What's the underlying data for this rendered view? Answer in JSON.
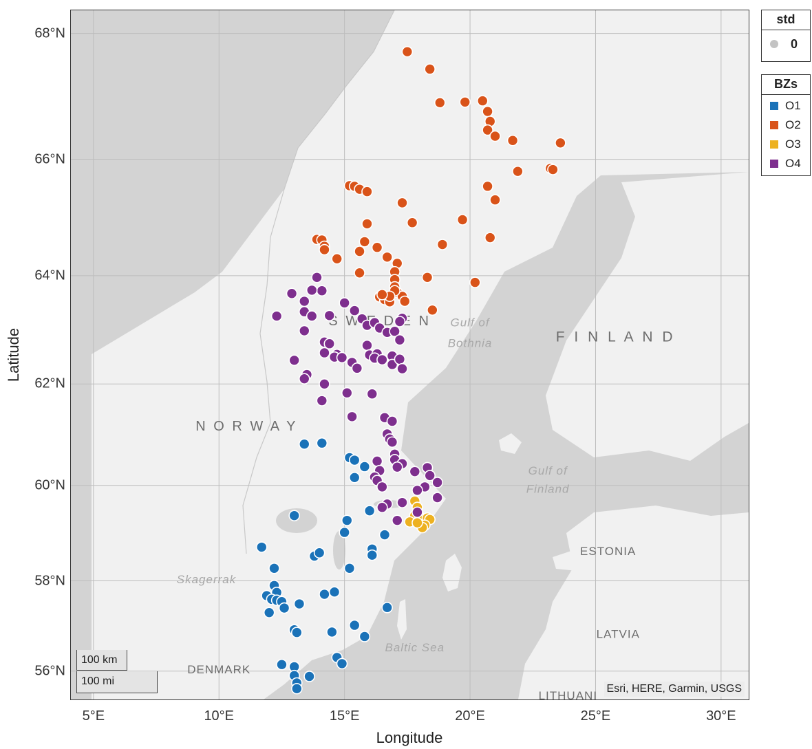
{
  "axes": {
    "xlabel": "Longitude",
    "ylabel": "Latitude",
    "lon_ticks": [
      {
        "value": 5,
        "label": "5°E"
      },
      {
        "value": 10,
        "label": "10°E"
      },
      {
        "value": 15,
        "label": "15°E"
      },
      {
        "value": 20,
        "label": "20°E"
      },
      {
        "value": 25,
        "label": "25°E"
      },
      {
        "value": 30,
        "label": "30°E"
      }
    ],
    "lat_ticks": [
      {
        "value": 56,
        "label": "56°N"
      },
      {
        "value": 58,
        "label": "58°N"
      },
      {
        "value": 60,
        "label": "60°N"
      },
      {
        "value": 62,
        "label": "62°N"
      },
      {
        "value": 64,
        "label": "64°N"
      },
      {
        "value": 66,
        "label": "66°N"
      },
      {
        "value": 68,
        "label": "68°N"
      }
    ]
  },
  "legend_std": {
    "title": "std",
    "items": [
      {
        "label": "0",
        "color": "#c3c3c3"
      }
    ]
  },
  "legend_bz": {
    "title": "BZs",
    "items": [
      {
        "label": "O1",
        "color": "#1a72b8"
      },
      {
        "label": "O2",
        "color": "#d95319"
      },
      {
        "label": "O3",
        "color": "#edb120"
      },
      {
        "label": "O4",
        "color": "#7e2f8e"
      }
    ]
  },
  "places": [
    {
      "text": "S W E D E N",
      "lon": 16.4,
      "lat": 63.1,
      "style": "country"
    },
    {
      "text": "F I N L A N D",
      "lon": 25.8,
      "lat": 62.8,
      "style": "country-big"
    },
    {
      "text": "N O R W A Y",
      "lon": 11.1,
      "lat": 61.1,
      "style": "country"
    },
    {
      "text": "ESTONIA",
      "lon": 25.5,
      "lat": 58.55,
      "style": "country-small"
    },
    {
      "text": "LATVIA",
      "lon": 25.9,
      "lat": 56.75,
      "style": "country-small"
    },
    {
      "text": "LITHUANI",
      "lon": 23.9,
      "lat": 55.35,
      "style": "country-small"
    },
    {
      "text": "DENMARK",
      "lon": 10.0,
      "lat": 55.95,
      "style": "country-small"
    },
    {
      "text": "Gulf of",
      "lon": 20.0,
      "lat": 63.08,
      "style": "sea"
    },
    {
      "text": "Bothnia",
      "lon": 20.0,
      "lat": 62.7,
      "style": "sea"
    },
    {
      "text": "Gulf of",
      "lon": 23.1,
      "lat": 60.22,
      "style": "sea"
    },
    {
      "text": "Finland",
      "lon": 23.1,
      "lat": 59.85,
      "style": "sea"
    },
    {
      "text": "Skagerrak",
      "lon": 9.5,
      "lat": 57.95,
      "style": "sea"
    },
    {
      "text": "Baltic Sea",
      "lon": 17.8,
      "lat": 56.45,
      "style": "sea"
    }
  ],
  "scale": {
    "km": "100 km",
    "mi": "100 mi"
  },
  "attribution": "Esri, HERE, Garmin, USGS",
  "map_data": {
    "lon_range": [
      4.1,
      31.1
    ],
    "lat_range": [
      55.35,
      68.35
    ],
    "series": [
      {
        "name": "O1",
        "color": "#1a72b8",
        "points": [
          [
            13.4,
            60.83
          ],
          [
            14.1,
            60.85
          ],
          [
            15.2,
            60.56
          ],
          [
            15.4,
            60.51
          ],
          [
            15.8,
            60.38
          ],
          [
            15.4,
            60.16
          ],
          [
            13.0,
            59.38
          ],
          [
            15.1,
            59.28
          ],
          [
            16.0,
            59.48
          ],
          [
            15.0,
            59.03
          ],
          [
            16.6,
            58.98
          ],
          [
            16.1,
            58.68
          ],
          [
            16.1,
            58.55
          ],
          [
            11.7,
            58.72
          ],
          [
            12.2,
            58.27
          ],
          [
            13.8,
            58.53
          ],
          [
            14.0,
            58.6
          ],
          [
            15.2,
            58.27
          ],
          [
            12.2,
            57.9
          ],
          [
            12.3,
            57.75
          ],
          [
            11.9,
            57.68
          ],
          [
            12.1,
            57.6
          ],
          [
            12.3,
            57.58
          ],
          [
            12.5,
            57.55
          ],
          [
            12.6,
            57.41
          ],
          [
            12.0,
            57.31
          ],
          [
            13.2,
            57.5
          ],
          [
            14.2,
            57.71
          ],
          [
            14.6,
            57.76
          ],
          [
            16.7,
            57.42
          ],
          [
            13.0,
            56.93
          ],
          [
            13.1,
            56.87
          ],
          [
            14.5,
            56.88
          ],
          [
            15.4,
            57.03
          ],
          [
            15.8,
            56.78
          ],
          [
            12.5,
            56.15
          ],
          [
            13.0,
            56.1
          ],
          [
            13.0,
            55.9
          ],
          [
            13.1,
            55.73
          ],
          [
            13.6,
            55.88
          ],
          [
            13.1,
            55.6
          ],
          [
            14.7,
            56.31
          ],
          [
            14.9,
            56.17
          ]
        ]
      },
      {
        "name": "O2",
        "color": "#d95319",
        "points": [
          [
            17.5,
            67.72
          ],
          [
            18.4,
            67.45
          ],
          [
            18.8,
            66.92
          ],
          [
            19.8,
            66.93
          ],
          [
            20.5,
            66.95
          ],
          [
            20.7,
            66.78
          ],
          [
            20.8,
            66.62
          ],
          [
            20.7,
            66.48
          ],
          [
            21.0,
            66.38
          ],
          [
            21.7,
            66.31
          ],
          [
            23.6,
            66.27
          ],
          [
            23.2,
            65.85
          ],
          [
            23.3,
            65.83
          ],
          [
            21.9,
            65.8
          ],
          [
            15.2,
            65.56
          ],
          [
            15.4,
            65.55
          ],
          [
            15.6,
            65.5
          ],
          [
            15.9,
            65.46
          ],
          [
            20.7,
            65.55
          ],
          [
            21.0,
            65.32
          ],
          [
            17.3,
            65.27
          ],
          [
            17.7,
            64.93
          ],
          [
            19.7,
            64.98
          ],
          [
            15.9,
            64.91
          ],
          [
            13.9,
            64.64
          ],
          [
            14.1,
            64.63
          ],
          [
            14.2,
            64.52
          ],
          [
            14.2,
            64.46
          ],
          [
            14.7,
            64.3
          ],
          [
            15.8,
            64.6
          ],
          [
            15.6,
            64.43
          ],
          [
            16.3,
            64.5
          ],
          [
            16.7,
            64.33
          ],
          [
            17.1,
            64.22
          ],
          [
            17.0,
            64.07
          ],
          [
            17.0,
            63.93
          ],
          [
            17.0,
            63.8
          ],
          [
            17.1,
            63.7
          ],
          [
            17.3,
            63.63
          ],
          [
            17.4,
            63.54
          ],
          [
            16.4,
            63.62
          ],
          [
            16.6,
            63.57
          ],
          [
            16.8,
            63.53
          ],
          [
            17.0,
            63.73
          ],
          [
            16.8,
            63.63
          ],
          [
            16.5,
            63.66
          ],
          [
            15.6,
            64.05
          ],
          [
            18.9,
            64.55
          ],
          [
            20.8,
            64.67
          ],
          [
            18.3,
            63.97
          ],
          [
            20.2,
            63.88
          ],
          [
            18.5,
            63.38
          ]
        ]
      },
      {
        "name": "O3",
        "color": "#edb120",
        "points": [
          [
            17.8,
            59.68
          ],
          [
            17.9,
            59.55
          ],
          [
            17.8,
            59.38
          ],
          [
            18.0,
            59.35
          ],
          [
            18.1,
            59.3
          ],
          [
            18.3,
            59.33
          ],
          [
            18.4,
            59.3
          ],
          [
            17.6,
            59.25
          ],
          [
            18.0,
            59.2
          ],
          [
            18.2,
            59.18
          ],
          [
            18.1,
            59.13
          ],
          [
            17.9,
            59.23
          ]
        ]
      },
      {
        "name": "O4",
        "color": "#7e2f8e",
        "points": [
          [
            13.9,
            63.97
          ],
          [
            14.1,
            63.73
          ],
          [
            13.7,
            63.74
          ],
          [
            12.9,
            63.68
          ],
          [
            13.4,
            63.54
          ],
          [
            12.3,
            63.27
          ],
          [
            13.4,
            63.35
          ],
          [
            13.7,
            63.27
          ],
          [
            14.4,
            63.28
          ],
          [
            13.4,
            63.0
          ],
          [
            15.0,
            63.51
          ],
          [
            15.4,
            63.37
          ],
          [
            15.7,
            63.22
          ],
          [
            15.9,
            63.1
          ],
          [
            16.2,
            63.15
          ],
          [
            16.4,
            63.05
          ],
          [
            16.7,
            62.97
          ],
          [
            17.0,
            62.99
          ],
          [
            17.3,
            63.23
          ],
          [
            17.2,
            63.17
          ],
          [
            17.2,
            62.83
          ],
          [
            14.2,
            62.79
          ],
          [
            14.4,
            62.76
          ],
          [
            14.2,
            62.59
          ],
          [
            14.7,
            62.56
          ],
          [
            14.6,
            62.51
          ],
          [
            14.9,
            62.5
          ],
          [
            15.3,
            62.41
          ],
          [
            15.5,
            62.3
          ],
          [
            15.9,
            62.73
          ],
          [
            16.0,
            62.55
          ],
          [
            16.3,
            62.57
          ],
          [
            16.2,
            62.49
          ],
          [
            16.5,
            62.46
          ],
          [
            16.9,
            62.53
          ],
          [
            16.9,
            62.37
          ],
          [
            17.2,
            62.47
          ],
          [
            17.3,
            62.29
          ],
          [
            13.0,
            62.45
          ],
          [
            13.5,
            62.18
          ],
          [
            13.4,
            62.1
          ],
          [
            14.2,
            62.0
          ],
          [
            15.1,
            61.83
          ],
          [
            16.1,
            61.81
          ],
          [
            14.1,
            61.68
          ],
          [
            15.3,
            61.37
          ],
          [
            16.6,
            61.35
          ],
          [
            16.9,
            61.28
          ],
          [
            16.7,
            61.03
          ],
          [
            16.8,
            60.93
          ],
          [
            16.9,
            60.87
          ],
          [
            17.0,
            60.63
          ],
          [
            17.0,
            60.52
          ],
          [
            17.3,
            60.44
          ],
          [
            16.3,
            60.49
          ],
          [
            16.4,
            60.3
          ],
          [
            16.2,
            60.17
          ],
          [
            16.3,
            60.1
          ],
          [
            17.1,
            60.37
          ],
          [
            17.8,
            60.28
          ],
          [
            18.3,
            60.36
          ],
          [
            18.4,
            60.2
          ],
          [
            18.2,
            59.97
          ],
          [
            17.9,
            59.9
          ],
          [
            18.7,
            60.06
          ],
          [
            16.5,
            59.97
          ],
          [
            16.7,
            59.62
          ],
          [
            16.5,
            59.55
          ],
          [
            17.3,
            59.65
          ],
          [
            17.9,
            59.45
          ],
          [
            18.7,
            59.75
          ],
          [
            17.1,
            59.28
          ]
        ]
      }
    ]
  }
}
